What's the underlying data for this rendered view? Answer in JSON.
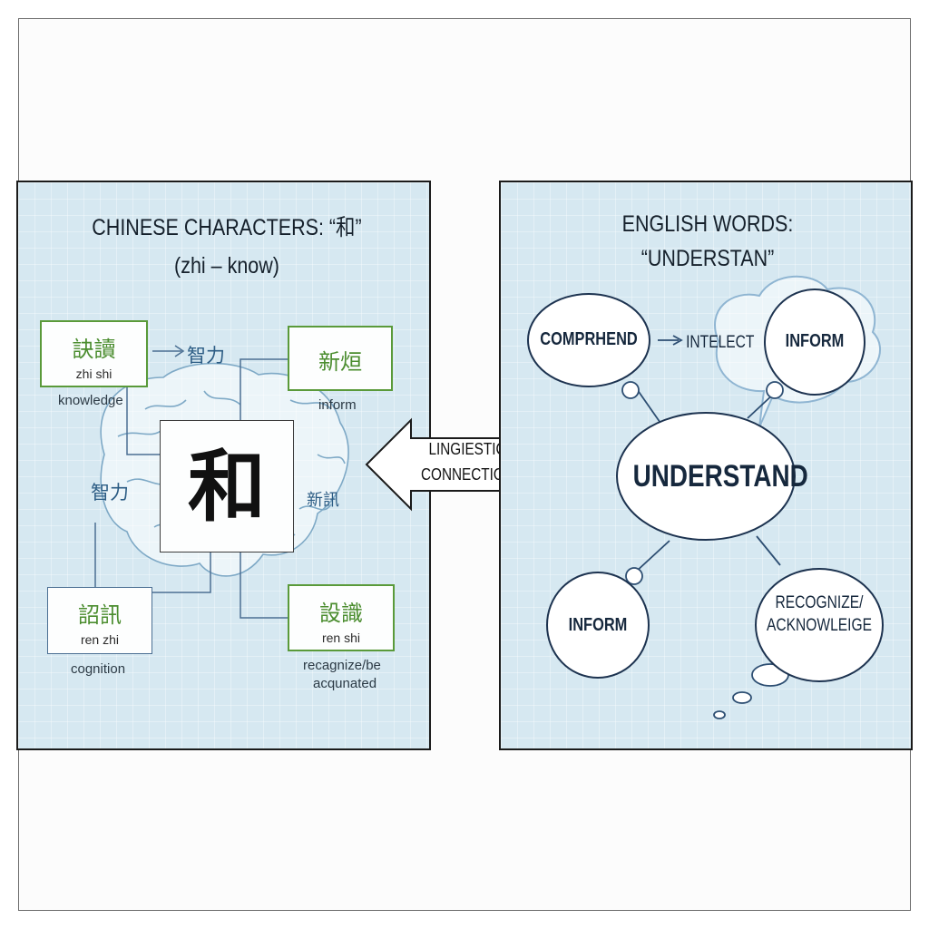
{
  "left": {
    "title_line1": "CHINESE CHARACTERS: “和”",
    "title_line2": "(zhi – know)",
    "center_char": "和",
    "boxes": [
      {
        "zh": "訣讀",
        "pinyin": "zhi shi",
        "caption": "knowledge"
      },
      {
        "zh": "新烜",
        "pinyin": "",
        "caption": "inform"
      },
      {
        "zh": "詔訊",
        "pinyin": "ren zhi",
        "caption": "cognition"
      },
      {
        "zh": "設識",
        "pinyin": "ren shi",
        "caption_line1": "recagnize/be",
        "caption_line2": "acqunated"
      }
    ],
    "arrow_text": "智力",
    "float_left": "智力",
    "float_right": "新訊"
  },
  "connector": {
    "line1": "LINGIESTIC",
    "line2": "CONNECTION"
  },
  "right": {
    "title_line1": "ENGLISH WORDS:",
    "title_line2": "“UNDERSTAN”",
    "center": "UNDERSTAND",
    "comprehend": "COMPRHEND",
    "intellect": "INTELECT",
    "inform_top": "INFORM",
    "inform_bottom": "INFORM",
    "recognize_line1": "RECOGNIZE/",
    "recognize_line2": "ACKNOWLEIGE"
  },
  "colors": {
    "panel_bg": "#d6e8f1",
    "outline": "#1b1b1b",
    "green_border": "#5a9a3a",
    "navy": "#16283d",
    "line_blue": "#2d4e72"
  }
}
